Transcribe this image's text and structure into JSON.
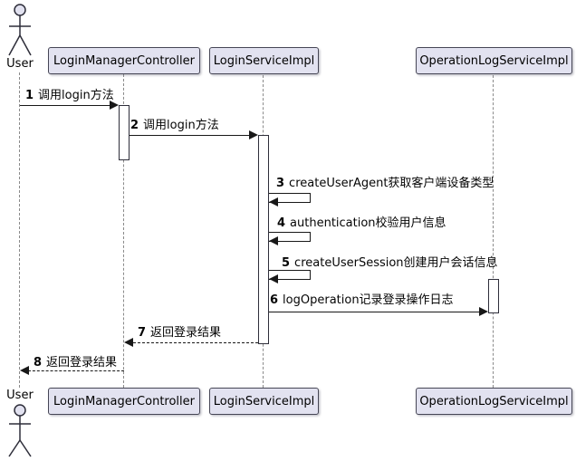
{
  "diagram": {
    "type": "uml-sequence",
    "actor": {
      "name": "User"
    },
    "participants": [
      {
        "name": "LoginManagerController"
      },
      {
        "name": "LoginServiceImpl"
      },
      {
        "name": "OperationLogServiceImpl"
      }
    ],
    "messages": [
      {
        "num": "1",
        "text": "调用login方法",
        "from": "User",
        "to": "LoginManagerController",
        "line": "solid"
      },
      {
        "num": "2",
        "text": "调用login方法",
        "from": "LoginManagerController",
        "to": "LoginServiceImpl",
        "line": "solid"
      },
      {
        "num": "3",
        "text": "createUserAgent获取客户端设备类型",
        "from": "LoginServiceImpl",
        "to": "LoginServiceImpl",
        "line": "self"
      },
      {
        "num": "4",
        "text": "authentication校验用户信息",
        "from": "LoginServiceImpl",
        "to": "LoginServiceImpl",
        "line": "self"
      },
      {
        "num": "5",
        "text": "createUserSession创建用户会话信息",
        "from": "LoginServiceImpl",
        "to": "LoginServiceImpl",
        "line": "self"
      },
      {
        "num": "6",
        "text": "logOperation记录登录操作日志",
        "from": "LoginServiceImpl",
        "to": "OperationLogServiceImpl",
        "line": "solid"
      },
      {
        "num": "7",
        "text": "返回登录结果",
        "from": "LoginServiceImpl",
        "to": "LoginManagerController",
        "line": "dashed-return"
      },
      {
        "num": "8",
        "text": "返回登录结果",
        "from": "LoginManagerController",
        "to": "User",
        "line": "dashed-return"
      }
    ],
    "colors": {
      "participant_fill": "#E2E2F0",
      "participant_border": "#464655",
      "message_line": "#181818",
      "lifeline": "#8a8a8a",
      "activation_fill": "#ffffff",
      "background": "#ffffff"
    }
  }
}
